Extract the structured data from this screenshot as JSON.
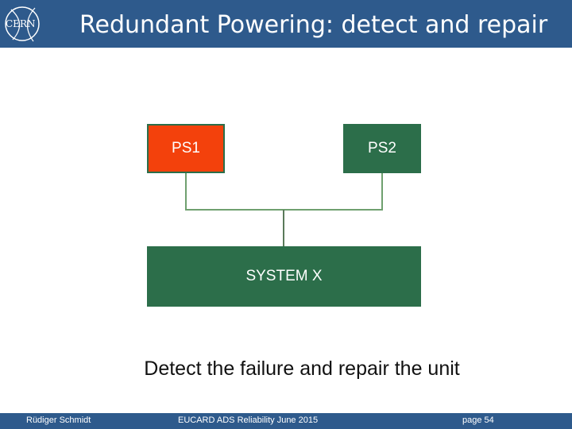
{
  "header": {
    "logo_text": "CERN",
    "title": "Redundant Powering: detect and repair"
  },
  "diagram": {
    "ps1_label": "PS1",
    "ps2_label": "PS2",
    "system_label": "SYSTEM X",
    "colors": {
      "failed": "#f3410c",
      "ok": "#2c6e4a",
      "line": "#6fa06f"
    }
  },
  "caption": "Detect the failure and repair the unit",
  "footer": {
    "author": "Rüdiger Schmidt",
    "event": "EUCARD ADS Reliability June 2015",
    "page": "page 54"
  }
}
